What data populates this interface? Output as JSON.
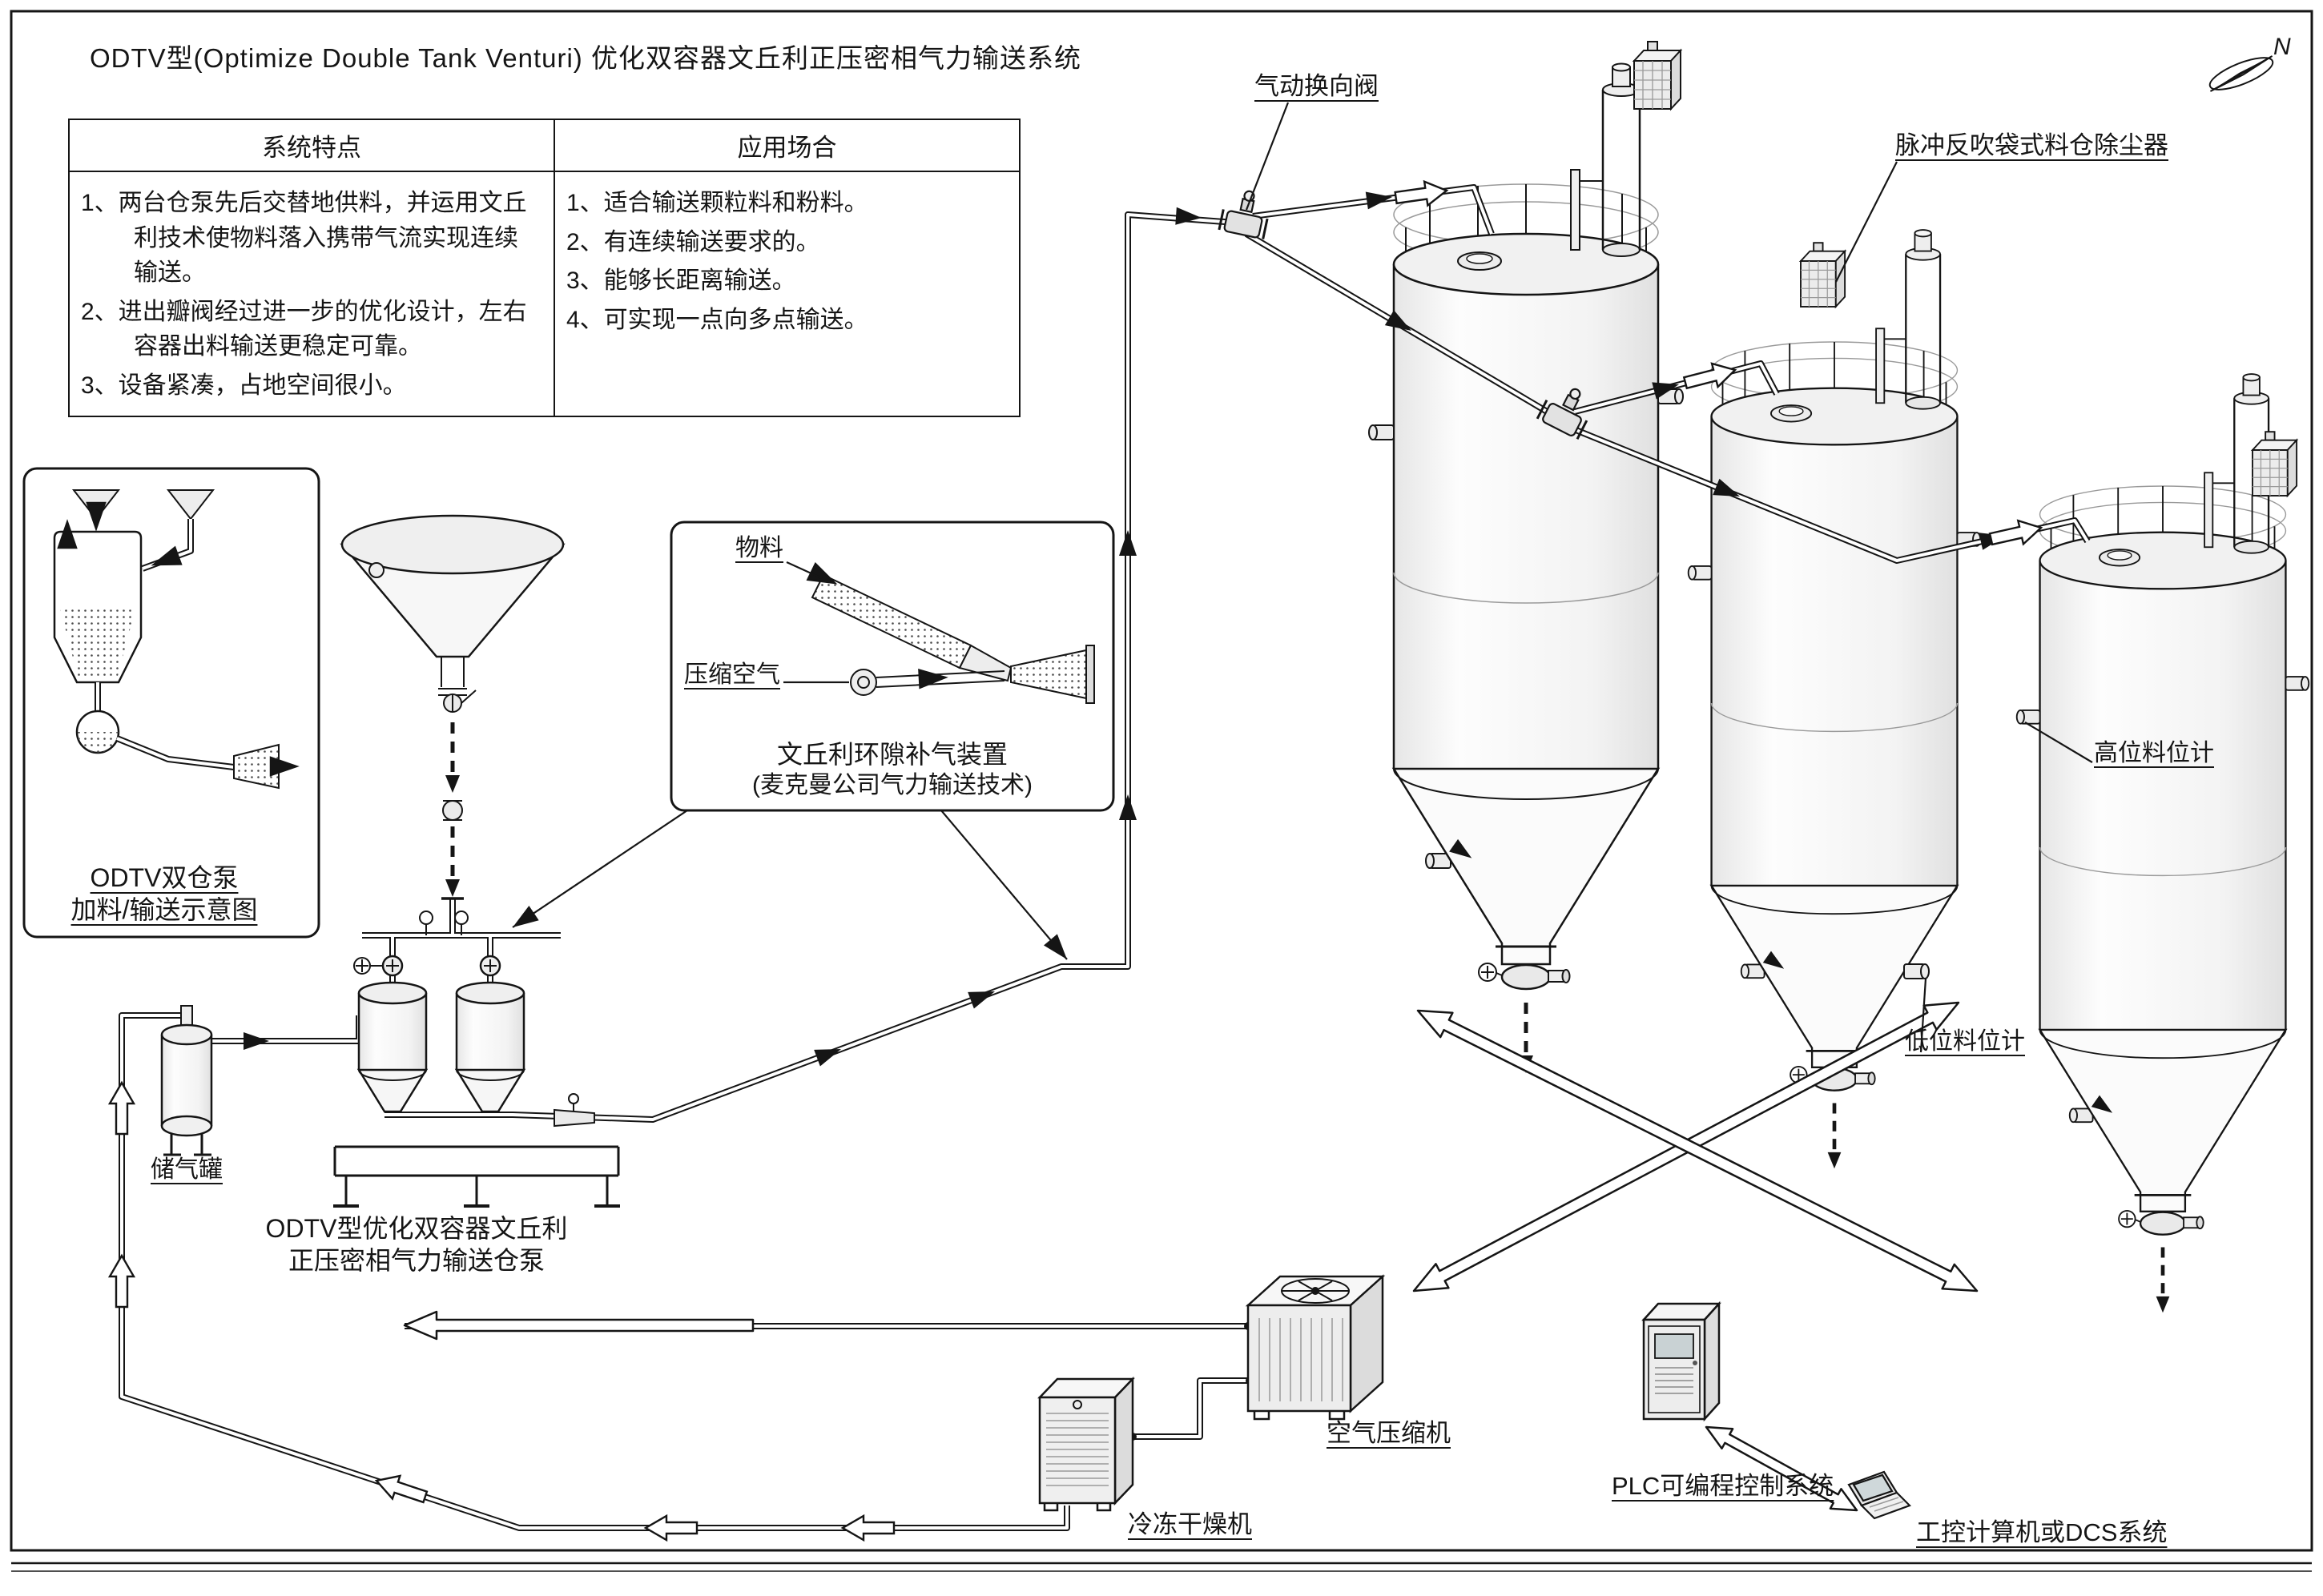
{
  "title": "ODTV型(Optimize Double Tank Venturi) 优化双容器文丘利正压密相气力输送系统",
  "compass_n": "N",
  "table": {
    "feature_header": "系统特点",
    "application_header": "应用场合",
    "features": [
      "1、两台仓泵先后交替地供料，并运用文丘利技术使物料落入携带气流实现连续输送。",
      "2、进出瓣阀经过进一步的优化设计，左右容器出料输送更稳定可靠。",
      "3、设备紧凑，占地空间很小。"
    ],
    "applications": [
      "1、适合输送颗粒料和粉料。",
      "2、有连续输送要求的。",
      "3、能够长距离输送。",
      "4、可实现一点向多点输送。"
    ]
  },
  "labels": {
    "diverter_valve": "气动换向阀",
    "dust_collector": "脉冲反吹袋式料仓除尘器",
    "material": "物料",
    "compressed_air": "压缩空气",
    "venturi_device": "文丘利环隙补气装置",
    "venturi_device_sub": "(麦克曼公司气力输送技术)",
    "odtv_diagram_line1": "ODTV双仓泵",
    "odtv_diagram_line2": "加料/输送示意图",
    "air_tank": "储气罐",
    "pump_name_line1": "ODTV型优化双容器文丘利",
    "pump_name_line2": "正压密相气力输送仓泵",
    "high_level_indicator": "高位料位计",
    "low_level_indicator": "低位料位计",
    "air_compressor": "空气压缩机",
    "freeze_dryer": "冷冻干燥机",
    "plc_system": "PLC可编程控制系统",
    "computer_system": "工控计算机或DCS系统"
  },
  "colors": {
    "ink": "#151515",
    "fill_light": "#f1f1f1",
    "background": "#ffffff"
  }
}
